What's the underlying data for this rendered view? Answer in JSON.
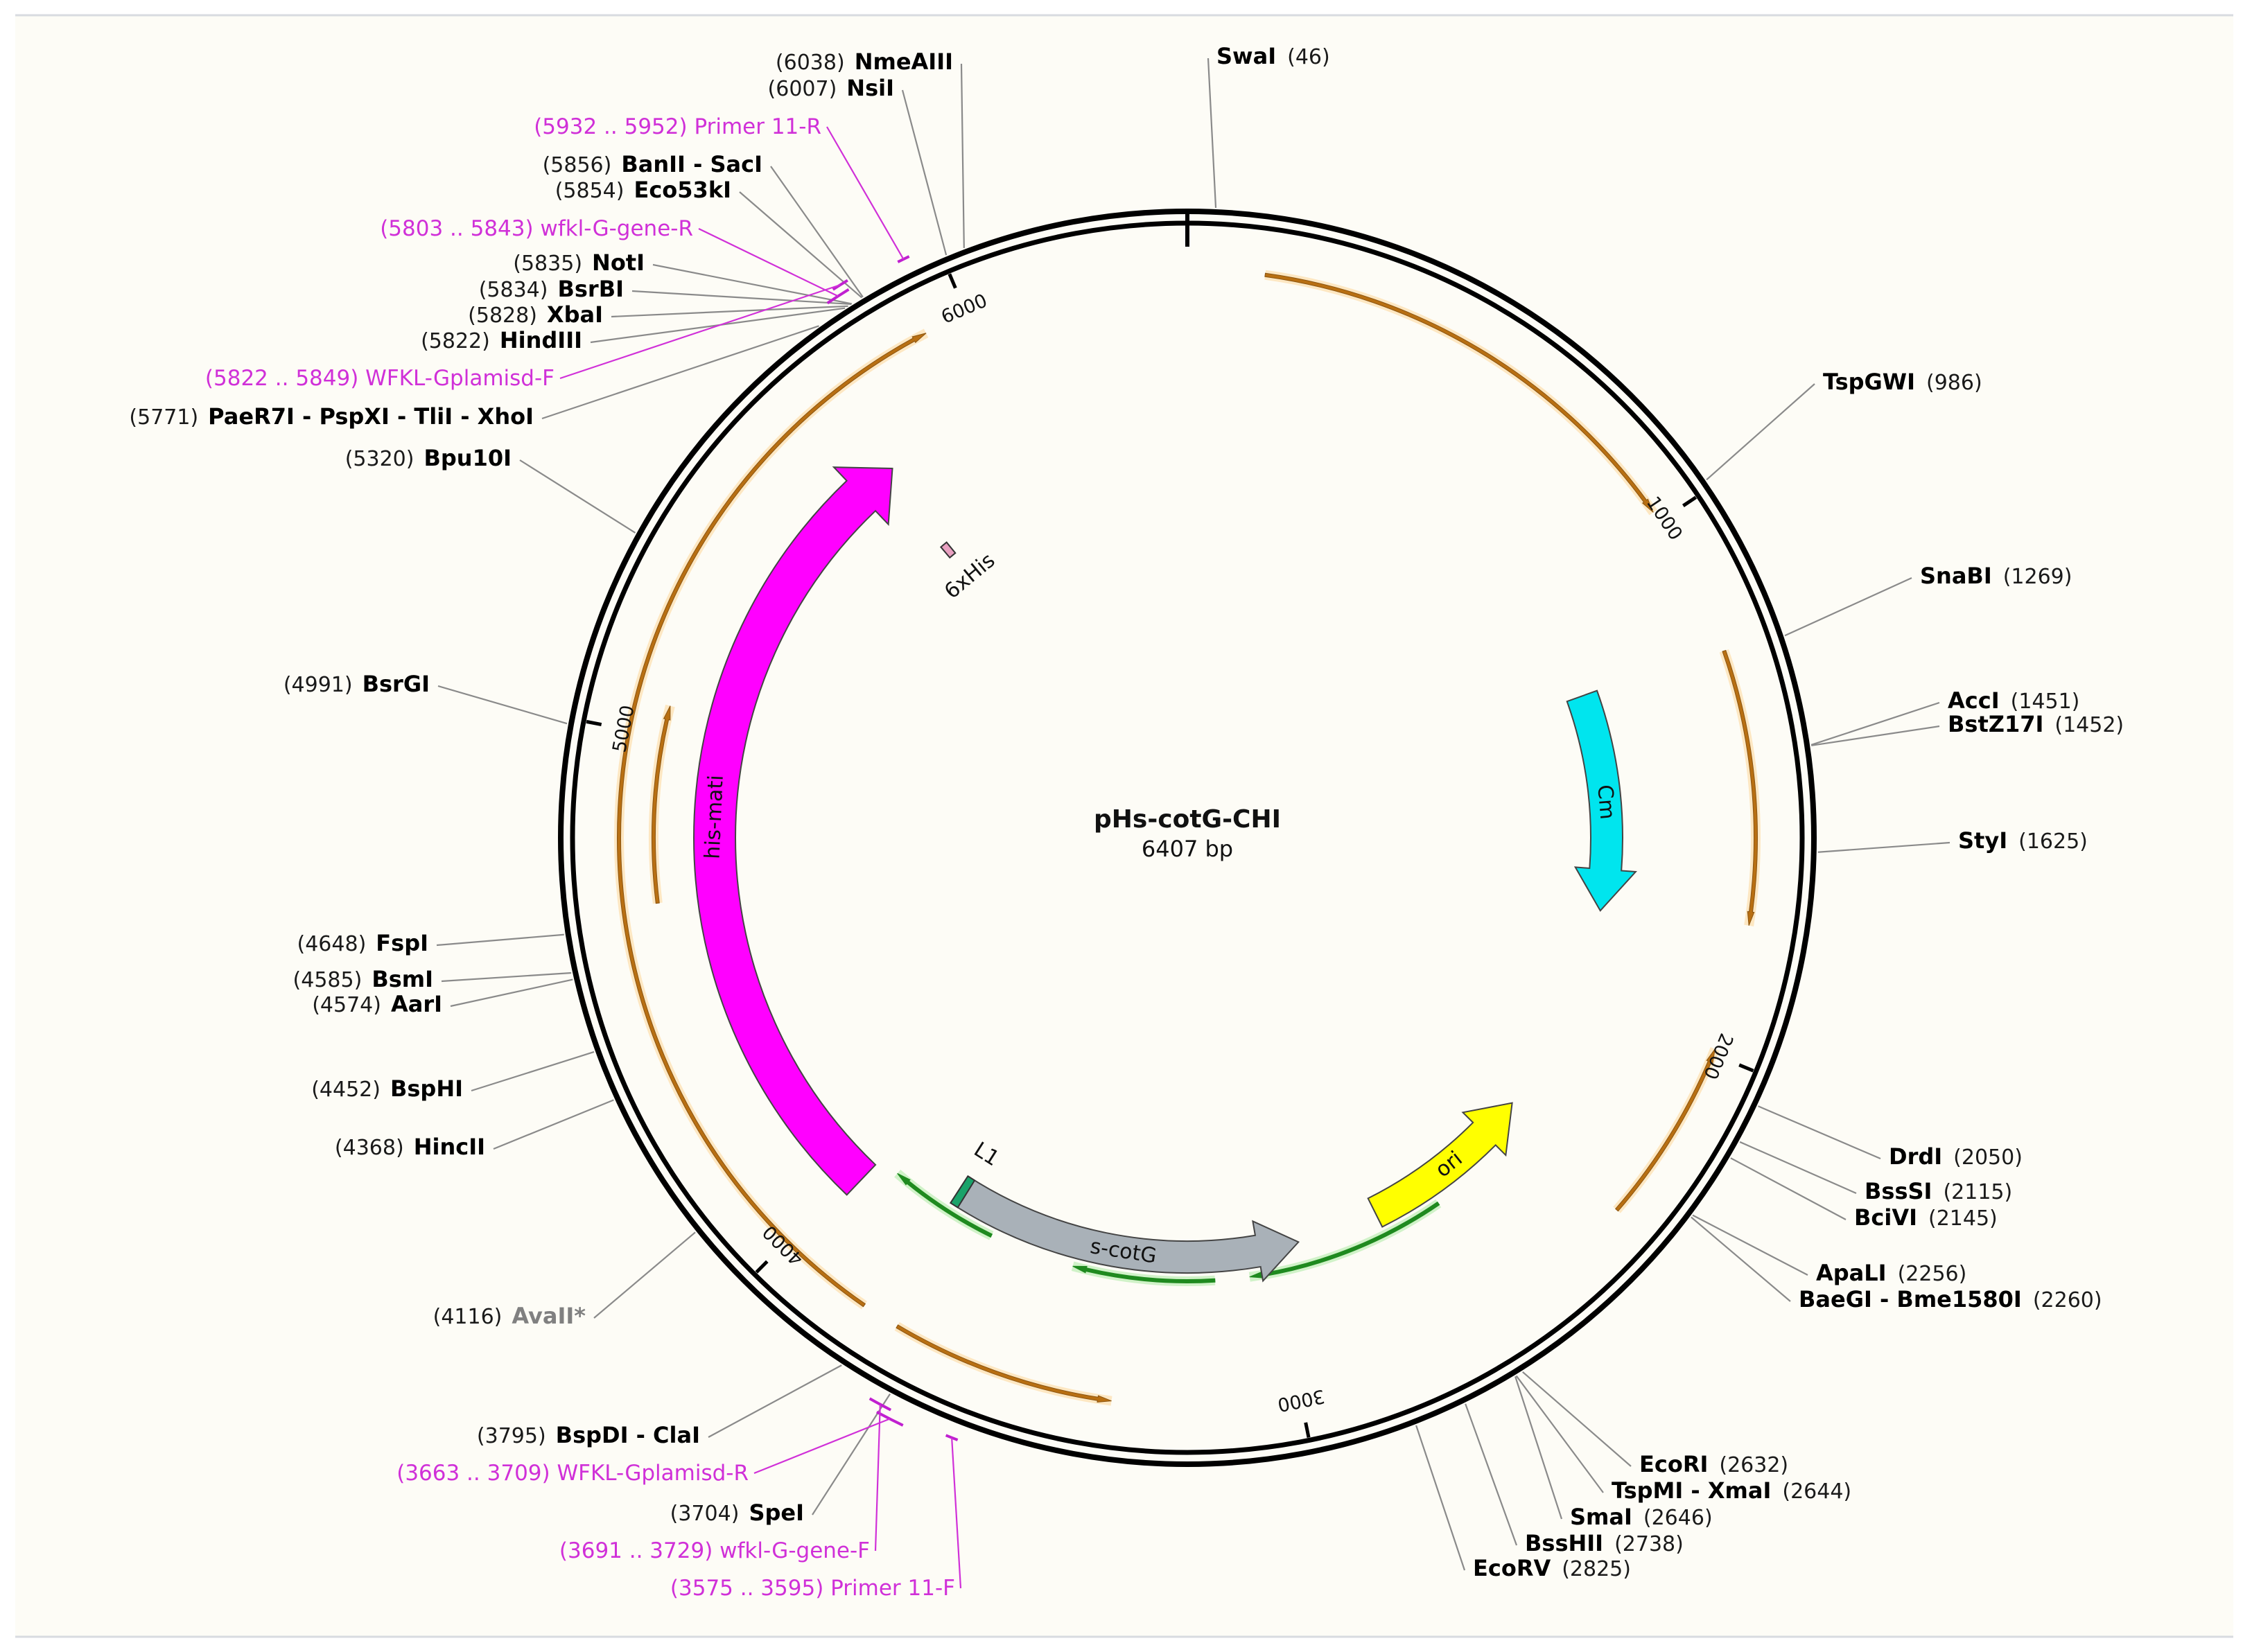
{
  "map": {
    "name": "pHs-cotG-CHI",
    "length_text": "6407 bp",
    "total_bp": 6407,
    "tick_marks": [
      {
        "pos": 1000,
        "label": "1000"
      },
      {
        "pos": 2000,
        "label": "2000"
      },
      {
        "pos": 3000,
        "label": "3000"
      },
      {
        "pos": 4000,
        "label": "4000"
      },
      {
        "pos": 5000,
        "label": "5000"
      },
      {
        "pos": 6000,
        "label": "6000"
      }
    ]
  },
  "restriction_sites": [
    {
      "name": "SwaI",
      "num": "(46)",
      "pos": 46,
      "side": "right",
      "color": "#000000"
    },
    {
      "name": "TspGWI",
      "num": "(986)",
      "pos": 986,
      "side": "right",
      "color": "#000000"
    },
    {
      "name": "SnaBI",
      "num": "(1269)",
      "pos": 1269,
      "side": "right",
      "color": "#000000"
    },
    {
      "name": "AccI",
      "num": "(1451)",
      "pos": 1451,
      "side": "right",
      "color": "#000000"
    },
    {
      "name": "BstZ17I",
      "num": "(1452)",
      "pos": 1452,
      "side": "right",
      "color": "#000000"
    },
    {
      "name": "StyI",
      "num": "(1625)",
      "pos": 1625,
      "side": "right",
      "color": "#000000"
    },
    {
      "name": "DrdI",
      "num": "(2050)",
      "pos": 2050,
      "side": "right",
      "color": "#000000"
    },
    {
      "name": "BssSI",
      "num": "(2115)",
      "pos": 2115,
      "side": "right",
      "color": "#000000"
    },
    {
      "name": "BciVI",
      "num": "(2145)",
      "pos": 2145,
      "side": "right",
      "color": "#000000"
    },
    {
      "name": "ApaLI",
      "num": "(2256)",
      "pos": 2256,
      "side": "right",
      "color": "#000000"
    },
    {
      "name": "BaeGI - Bme1580I",
      "num": "(2260)",
      "pos": 2260,
      "side": "right",
      "color": "#000000"
    },
    {
      "name": "EcoRI",
      "num": "(2632)",
      "pos": 2632,
      "side": "right",
      "color": "#000000"
    },
    {
      "name": "TspMI - XmaI",
      "num": "(2644)",
      "pos": 2644,
      "side": "right",
      "color": "#000000"
    },
    {
      "name": "SmaI",
      "num": "(2646)",
      "pos": 2646,
      "side": "right",
      "color": "#000000"
    },
    {
      "name": "BssHII",
      "num": "(2738)",
      "pos": 2738,
      "side": "right",
      "color": "#000000"
    },
    {
      "name": "EcoRV",
      "num": "(2825)",
      "pos": 2825,
      "side": "right",
      "color": "#000000"
    },
    {
      "name": "BspDI - ClaI",
      "num": "(3795)",
      "pos": 3795,
      "side": "left",
      "color": "#000000"
    },
    {
      "name": "SpeI",
      "num": "(3704)",
      "pos": 3704,
      "side": "left",
      "color": "#000000"
    },
    {
      "name": "AvaII*",
      "num": "(4116)",
      "pos": 4116,
      "side": "left",
      "color": "#808080"
    },
    {
      "name": "HincII",
      "num": "(4368)",
      "pos": 4368,
      "side": "left",
      "color": "#000000"
    },
    {
      "name": "BspHI",
      "num": "(4452)",
      "pos": 4452,
      "side": "left",
      "color": "#000000"
    },
    {
      "name": "AarI",
      "num": "(4574)",
      "pos": 4574,
      "side": "left",
      "color": "#000000"
    },
    {
      "name": "BsmI",
      "num": "(4585)",
      "pos": 4585,
      "side": "left",
      "color": "#000000"
    },
    {
      "name": "FspI",
      "num": "(4648)",
      "pos": 4648,
      "side": "left",
      "color": "#000000"
    },
    {
      "name": "BsrGI",
      "num": "(4991)",
      "pos": 4991,
      "side": "left",
      "color": "#000000"
    },
    {
      "name": "Bpu10I",
      "num": "(5320)",
      "pos": 5320,
      "side": "left",
      "color": "#000000"
    },
    {
      "name": "PaeR7I - PspXI - TliI - XhoI",
      "num": "(5771)",
      "pos": 5771,
      "side": "left",
      "color": "#000000"
    },
    {
      "name": "HindIII",
      "num": "(5822)",
      "pos": 5822,
      "side": "left",
      "color": "#000000"
    },
    {
      "name": "XbaI",
      "num": "(5828)",
      "pos": 5828,
      "side": "left",
      "color": "#000000"
    },
    {
      "name": "BsrBI",
      "num": "(5834)",
      "pos": 5834,
      "side": "left",
      "color": "#000000"
    },
    {
      "name": "NotI",
      "num": "(5835)",
      "pos": 5835,
      "side": "left",
      "color": "#000000"
    },
    {
      "name": "Eco53kI",
      "num": "(5854)",
      "pos": 5854,
      "side": "left",
      "color": "#000000"
    },
    {
      "name": "BanII - SacI",
      "num": "(5856)",
      "pos": 5856,
      "side": "left",
      "color": "#000000"
    },
    {
      "name": "NsiI",
      "num": "(6007)",
      "pos": 6007,
      "side": "left",
      "color": "#000000"
    },
    {
      "name": "NmeAIII",
      "num": "(6038)",
      "pos": 6038,
      "side": "left",
      "color": "#000000"
    }
  ],
  "primers": [
    {
      "label": "(5932 .. 5952)  Primer 11-R",
      "start": 5932,
      "end": 5952,
      "side": "left"
    },
    {
      "label": "(5803 .. 5843)  wfkl-G-gene-R",
      "start": 5803,
      "end": 5843,
      "side": "left"
    },
    {
      "label": "(5822 .. 5849)  WFKL-Gplamisd-F",
      "start": 5822,
      "end": 5849,
      "side": "left"
    },
    {
      "label": "(3663 .. 3709)  WFKL-Gplamisd-R",
      "start": 3663,
      "end": 3709,
      "side": "left"
    },
    {
      "label": "(3691 .. 3729)  wfkl-G-gene-F",
      "start": 3691,
      "end": 3729,
      "side": "left"
    },
    {
      "label": "(3575 .. 3595)  Primer 11-F",
      "start": 3575,
      "end": 3595,
      "side": "left"
    }
  ],
  "features": [
    {
      "name": "his-mati",
      "color": "#ff00ff",
      "start": 3980,
      "end": 5720,
      "dir": "cw",
      "ring": "inner1"
    },
    {
      "name": "Cm",
      "color": "#00e5ee",
      "start": 1250,
      "end": 1780,
      "dir": "cw",
      "ring": "inner2"
    },
    {
      "name": "ori",
      "color": "#ffff00",
      "start": 2300,
      "end": 2730,
      "dir": "ccw",
      "ring": "inner2"
    },
    {
      "name": "s-cotG",
      "color": "#a9b1b8",
      "start": 2930,
      "end": 3790,
      "dir": "ccw",
      "ring": "inner2"
    },
    {
      "name": "L1",
      "color": "#1aa36a",
      "start": 3770,
      "end": 3790,
      "dir": "none",
      "ring": "inner2"
    },
    {
      "name": "6xHis",
      "color": "#e8a0c0",
      "start": 5690,
      "end": 5710,
      "dir": "none",
      "ring": "inner3"
    }
  ],
  "orfs": [
    {
      "color": "#e89a2e",
      "start": 140,
      "end": 980,
      "dir": "cw"
    },
    {
      "color": "#e89a2e",
      "start": 1260,
      "end": 1760,
      "dir": "cw"
    },
    {
      "color": "#e89a2e",
      "start": 1990,
      "end": 2330,
      "dir": "ccw"
    },
    {
      "color": "#e89a2e",
      "start": 3340,
      "end": 3750,
      "dir": "ccw"
    },
    {
      "color": "#e89a2e",
      "start": 3820,
      "end": 5920,
      "dir": "cw"
    },
    {
      "color": "#e89a2e",
      "start": 4680,
      "end": 5060,
      "dir": "cw"
    },
    {
      "color": "#2fa82f",
      "start": 2590,
      "end": 3060,
      "dir": "cw"
    },
    {
      "color": "#2fa82f",
      "start": 3140,
      "end": 3470,
      "dir": "cw"
    },
    {
      "color": "#2fa82f",
      "start": 3670,
      "end": 3930,
      "dir": "cw"
    }
  ]
}
